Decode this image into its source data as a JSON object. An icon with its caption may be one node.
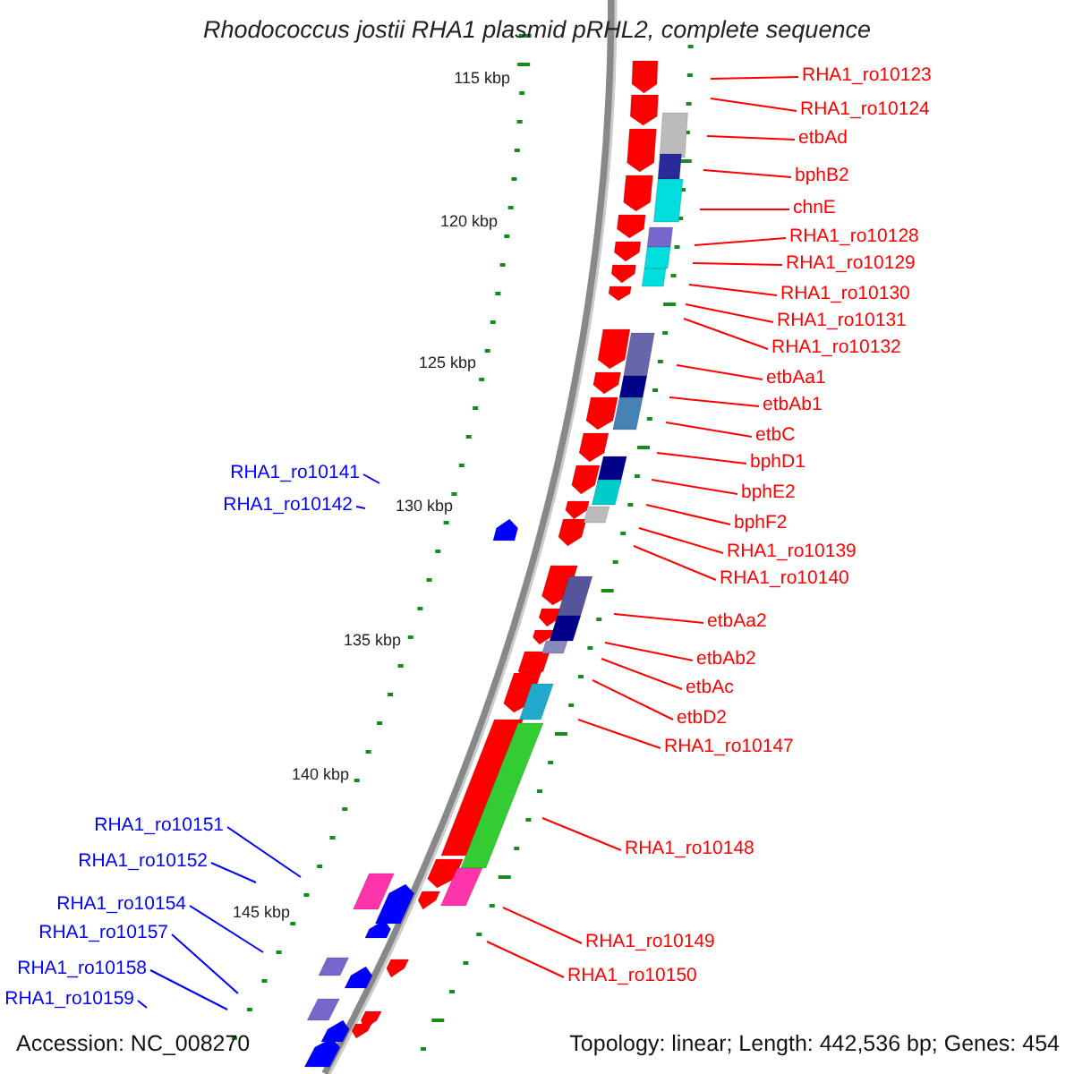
{
  "diagram": {
    "title": "Rhodococcus jostii RHA1 plasmid pRHL2, complete sequence",
    "nodes": [
      {
        "text": [
          "RHA1_ro10123"
        ]
      },
      {
        "text": [
          "RHA1_ro10124"
        ]
      },
      {
        "text": [
          "etbAd"
        ]
      },
      {
        "text": [
          "bphB2"
        ]
      },
      {
        "text": [
          "chnE"
        ]
      },
      {
        "text": [
          "RHA1_ro10128"
        ]
      },
      {
        "text": [
          "RHA1_ro10129"
        ]
      },
      {
        "text": [
          "RHA1_ro10130"
        ]
      },
      {
        "text": [
          "RHA1_ro10131"
        ]
      },
      {
        "text": [
          "RHA1_ro10132"
        ]
      },
      {
        "text": [
          "etbAa1"
        ]
      },
      {
        "text": [
          "etbAb1"
        ]
      },
      {
        "text": [
          "etbC"
        ]
      },
      {
        "text": [
          "bphD1"
        ]
      },
      {
        "text": [
          "bphE2"
        ]
      },
      {
        "text": [
          "bphF2"
        ]
      },
      {
        "text": [
          "RHA1_ro10139"
        ]
      },
      {
        "text": [
          "RHA1_ro10140"
        ]
      },
      {
        "text": [
          "etbAa2"
        ]
      },
      {
        "text": [
          "etbAb2"
        ]
      },
      {
        "text": [
          "etbAc"
        ]
      },
      {
        "text": [
          "etbD2"
        ]
      },
      {
        "text": [
          "RHA1_ro10147"
        ]
      },
      {
        "text": [
          "RHA1_ro10148"
        ]
      },
      {
        "text": [
          "RHA1_ro10149"
        ]
      },
      {
        "text": [
          "RHA1_ro10150"
        ]
      },
      {
        "text": [
          "RHA1_ro10141"
        ]
      },
      {
        "text": [
          "RHA1_ro10142"
        ]
      },
      {
        "text": [
          "RHA1_ro10151"
        ]
      },
      {
        "text": [
          "RHA1_ro10152"
        ]
      },
      {
        "text": [
          "RHA1_ro10154"
        ]
      },
      {
        "text": [
          "RHA1_ro10157"
        ]
      },
      {
        "text": [
          "RHA1_ro10158"
        ]
      },
      {
        "text": [
          "RHA1_ro10159"
        ]
      }
    ],
    "edges": [
      {
        "from": 0,
        "to": null,
        "arrow": "none"
      },
      {
        "from": 1,
        "to": null,
        "arrow": "none"
      },
      {
        "from": 2,
        "to": null,
        "arrow": "none"
      },
      {
        "from": 3,
        "to": null,
        "arrow": "none"
      },
      {
        "from": 4,
        "to": null,
        "arrow": "none"
      },
      {
        "from": 5,
        "to": null,
        "arrow": "none"
      },
      {
        "from": 6,
        "to": null,
        "arrow": "none"
      },
      {
        "from": 7,
        "to": null,
        "arrow": "none"
      },
      {
        "from": 8,
        "to": null,
        "arrow": "none"
      },
      {
        "from": 9,
        "to": null,
        "arrow": "none"
      },
      {
        "from": 10,
        "to": null,
        "arrow": "none"
      },
      {
        "from": 11,
        "to": null,
        "arrow": "none"
      },
      {
        "from": 12,
        "to": null,
        "arrow": "none"
      },
      {
        "from": 13,
        "to": null,
        "arrow": "none"
      },
      {
        "from": 14,
        "to": null,
        "arrow": "none"
      },
      {
        "from": 15,
        "to": null,
        "arrow": "none"
      },
      {
        "from": 16,
        "to": null,
        "arrow": "none"
      },
      {
        "from": 17,
        "to": null,
        "arrow": "none"
      },
      {
        "from": 18,
        "to": null,
        "arrow": "none"
      },
      {
        "from": 19,
        "to": null,
        "arrow": "none"
      },
      {
        "from": 20,
        "to": null,
        "arrow": "none"
      },
      {
        "from": 21,
        "to": null,
        "arrow": "none"
      },
      {
        "from": 22,
        "to": null,
        "arrow": "none"
      },
      {
        "from": 23,
        "to": null,
        "arrow": "none"
      },
      {
        "from": 24,
        "to": null,
        "arrow": "none"
      },
      {
        "from": 25,
        "to": null,
        "arrow": "none"
      },
      {
        "from": 26,
        "to": null,
        "arrow": "none",
        "color": "#0000ff"
      },
      {
        "from": 27,
        "to": null,
        "arrow": "none",
        "color": "#0000ff"
      },
      {
        "from": 28,
        "to": null,
        "arrow": "none",
        "color": "#0000ff"
      },
      {
        "from": 29,
        "to": null,
        "arrow": "none",
        "color": "#0000ff"
      },
      {
        "from": 30,
        "to": null,
        "arrow": "none",
        "color": "#0000ff"
      },
      {
        "from": 31,
        "to": null,
        "arrow": "none",
        "color": "#0000ff"
      },
      {
        "from": 32,
        "to": null,
        "arrow": "none",
        "color": "#0000ff"
      },
      {
        "from": 33,
        "to": null,
        "arrow": "none",
        "color": "#0000ff"
      }
    ],
    "labels": [
      "115 kbp",
      "120 kbp",
      "125 kbp",
      "130 kbp",
      "135 kbp",
      "140 kbp",
      "145 kbp",
      "Accession: NC_008270",
      "Topology: linear; Length: 442,536 bp; Genes: 454"
    ]
  }
}
